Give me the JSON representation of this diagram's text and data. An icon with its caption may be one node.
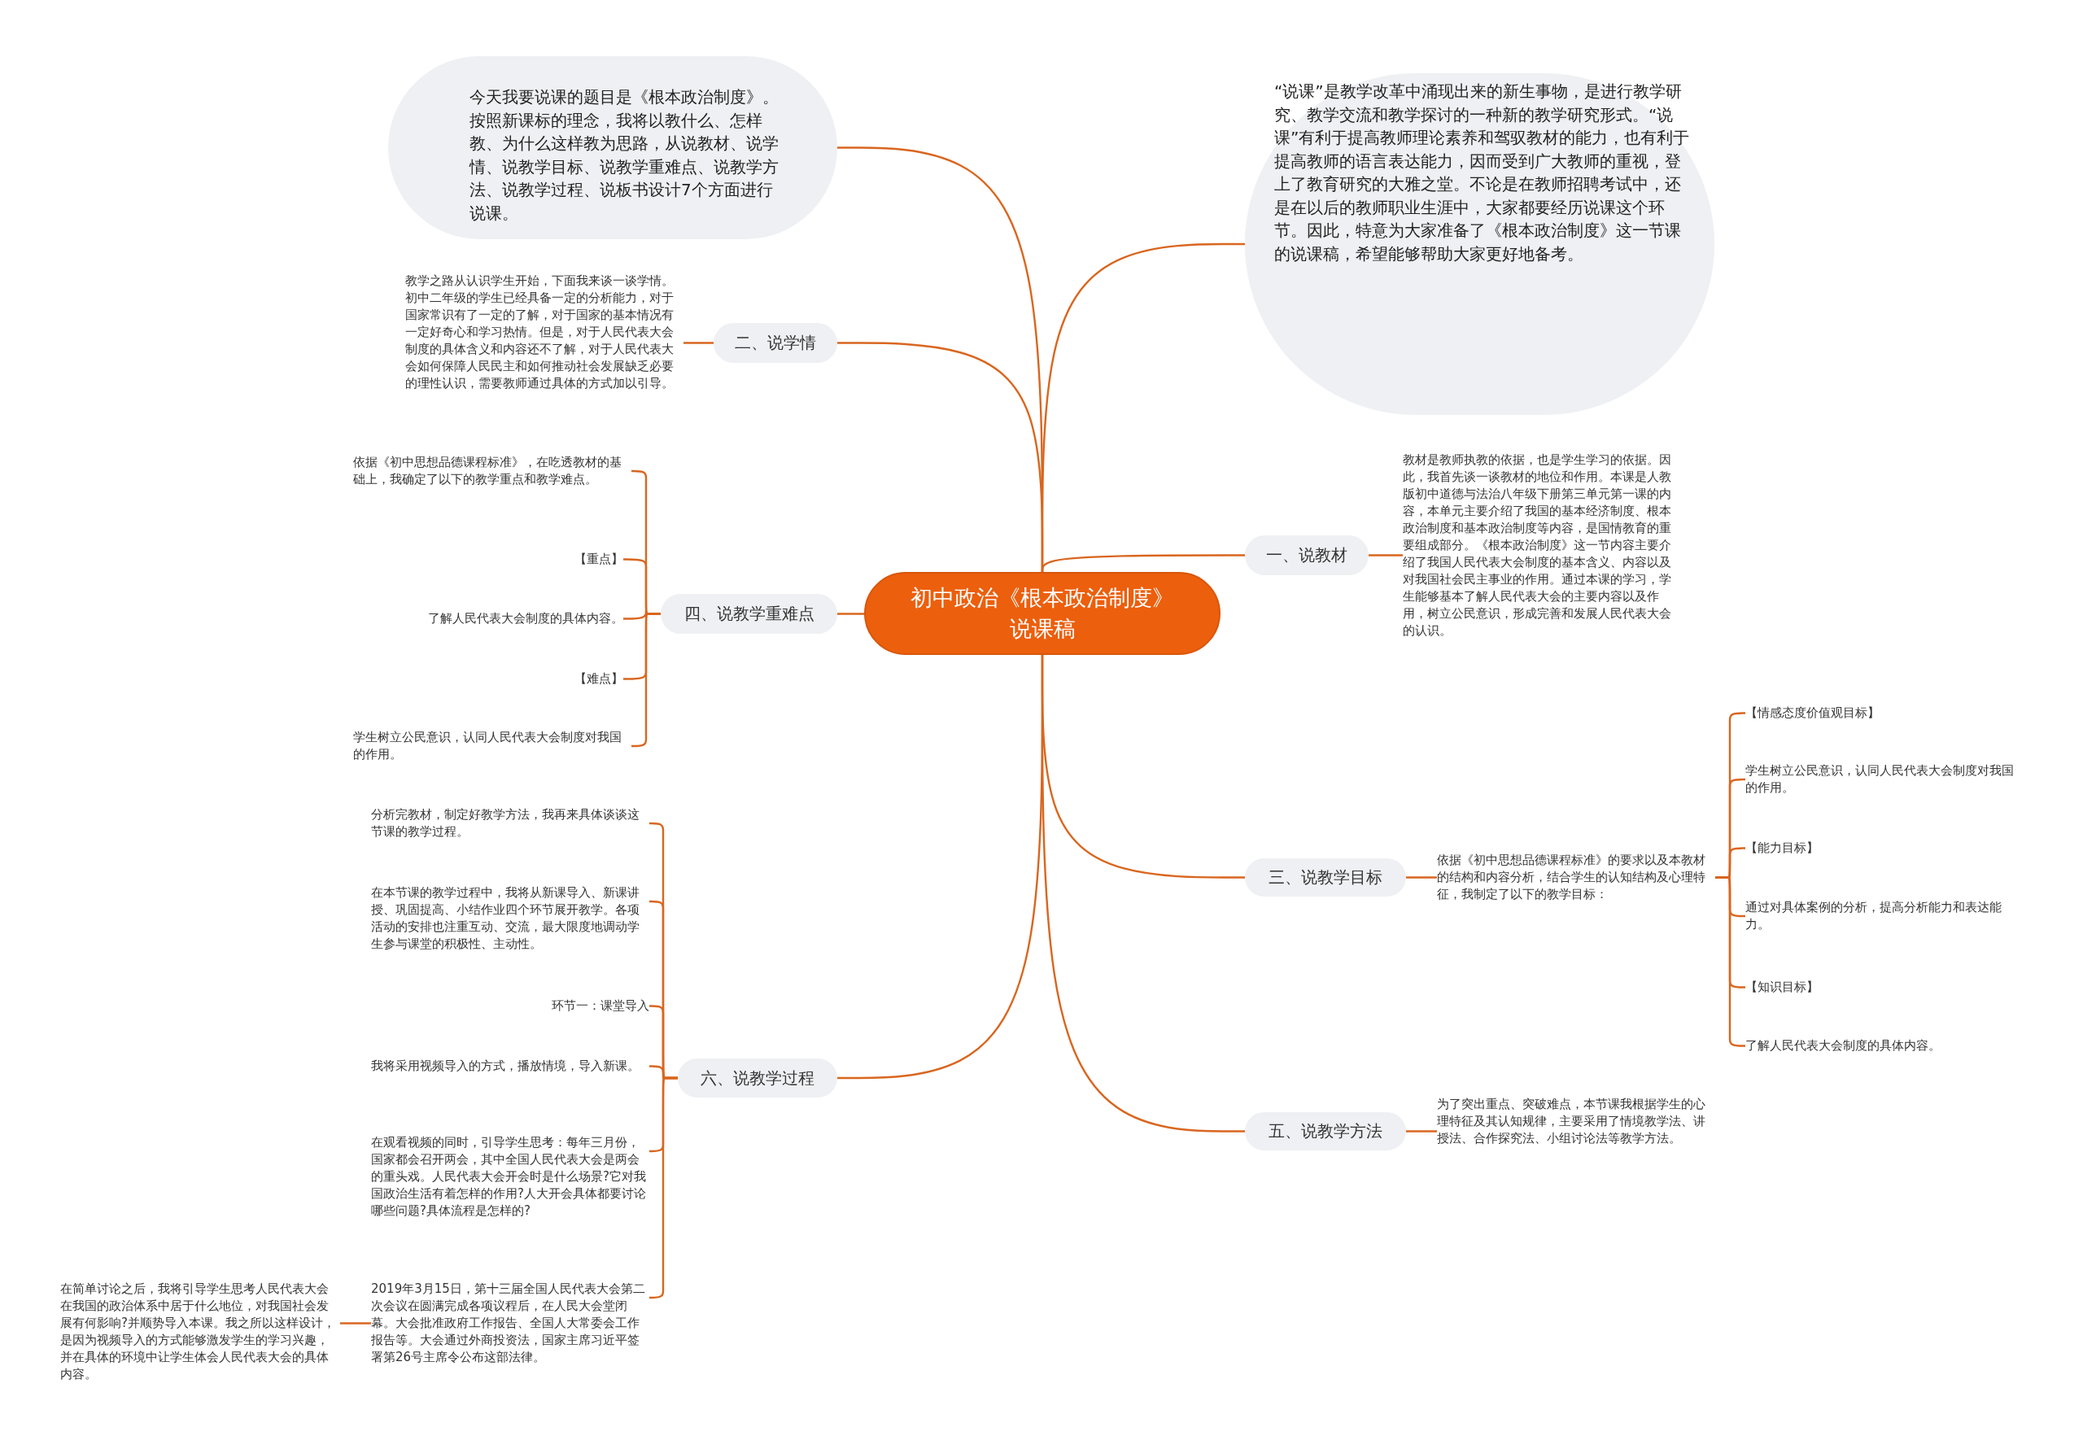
{
  "diagram": {
    "nodes": [
      {
        "text": [
          "初中政治《根本政治制度》说课稿"
        ]
      },
      {
        "text": [
          "今天我要说课的题目是《根本政治制度》。按照新课标的理念，我将以教什么、怎样教、为什么这样教为思路，从说教材、说学情、说教学目标、说教学重难点、说教学方法、说教学过程、说板书设计7个方面进行说课。"
        ]
      },
      {
        "text": [
          "“说课”是教学改革中涌现出来的新生事物，是进行教学研究、教学交流和教学探讨的一种新的教学研究形式。“说课”有利于提高教师理论素养和驾驭教材的能力，也有利于提高教师的语言表达能力，因而受到广大教师的重视，登上了教育研究的大雅之堂。不论是在教师招聘考试中，还是在以后的教师职业生涯中，大家都要经历说课这个环节。因此，特意为大家准备了《根本政治制度》这一节课的说课稿，希望能够帮助大家更好地备考。"
        ]
      },
      {
        "text": [
          "二、说学情"
        ]
      },
      {
        "text": [
          "教学之路从认识学生开始，下面我来谈一谈学情。初中二年级的学生已经具备一定的分析能力，对于国家常识有了一定的了解，对于国家的基本情况有一定好奇心和学习热情。但是，对于人民代表大会制度的具体含义和内容还不了解，对于人民代表大会如何保障人民民主和如何推动社会发展缺乏必要的理性认识，需要教师通过具体的方式加以引导。"
        ]
      },
      {
        "text": [
          "四、说教学重难点"
        ]
      },
      {
        "text": [
          "依据《初中思想品德课程标准》，在吃透教材的基础上，我确定了以下的教学重点和教学难点。"
        ]
      },
      {
        "text": [
          "【重点】"
        ]
      },
      {
        "text": [
          "了解人民代表大会制度的具体内容。"
        ]
      },
      {
        "text": [
          "【难点】"
        ]
      },
      {
        "text": [
          "学生树立公民意识，认同人民代表大会制度对我国的作用。"
        ]
      },
      {
        "text": [
          "六、说教学过程"
        ]
      },
      {
        "text": [
          "分析完教材，制定好教学方法，我再来具体谈谈这节课的教学过程。"
        ]
      },
      {
        "text": [
          "在本节课的教学过程中，我将从新课导入、新课讲授、巩固提高、小结作业四个环节展开教学。各项活动的安排也注重互动、交流，最大限度地调动学生参与课堂的积极性、主动性。"
        ]
      },
      {
        "text": [
          "环节一：课堂导入"
        ]
      },
      {
        "text": [
          "我将采用视频导入的方式，播放情境，导入新课。"
        ]
      },
      {
        "text": [
          "在观看视频的同时，引导学生思考：每年三月份，国家都会召开两会，其中全国人民代表大会是两会的重头戏。人民代表大会开会时是什么场景?它对我国政治生活有着怎样的作用?人大开会具体都要讨论哪些问题?具体流程是怎样的?"
        ]
      },
      {
        "text": [
          "2019年3月15日，第十三届全国人民代表大会第二次会议在圆满完成各项议程后，在人民大会堂闭幕。大会批准政府工作报告、全国人大常委会工作报告等。大会通过外商投资法，国家主席习近平签署第26号主席令公布这部法律。"
        ]
      },
      {
        "text": [
          "在简单讨论之后，我将引导学生思考人民代表大会在我国的政治体系中居于什么地位，对我国社会发展有何影响?并顺势导入本课。我之所以这样设计，是因为视频导入的方式能够激发学生的学习兴趣，并在具体的环境中让学生体会人民代表大会的具体内容。"
        ]
      },
      {
        "text": [
          "一、说教材"
        ]
      },
      {
        "text": [
          "教材是教师执教的依据，也是学生学习的依据。因此，我首先谈一谈教材的地位和作用。本课是人教版初中道德与法治八年级下册第三单元第一课的内容，本单元主要介绍了我国的基本经济制度、根本政治制度和基本政治制度等内容，是国情教育的重要组成部分。《根本政治制度》这一节内容主要介绍了我国人民代表大会制度的基本含义、内容以及对我国社会民主事业的作用。通过本课的学习，学生能够基本了解人民代表大会的主要内容以及作用，树立公民意识，形成完善和发展人民代表大会的认识。"
        ]
      },
      {
        "text": [
          "三、说教学目标"
        ]
      },
      {
        "text": [
          "依据《初中思想品德课程标准》的要求以及本教材的结构和内容分析，结合学生的认知结构及心理特征，我制定了以下的教学目标："
        ]
      },
      {
        "text": [
          "【情感态度价值观目标】"
        ]
      },
      {
        "text": [
          "学生树立公民意识，认同人民代表大会制度对我国的作用。"
        ]
      },
      {
        "text": [
          "【能力目标】"
        ]
      },
      {
        "text": [
          "通过对具体案例的分析，提高分析能力和表达能力。"
        ]
      },
      {
        "text": [
          "【知识目标】"
        ]
      },
      {
        "text": [
          "了解人民代表大会制度的具体内容。"
        ]
      },
      {
        "text": [
          "五、说教学方法"
        ]
      },
      {
        "text": [
          "为了突出重点、突破难点，本节课我根据学生的心理特征及其认知规律，主要采用了情境教学法、讲授法、合作探究法、小组讨论法等教学方法。"
        ]
      }
    ],
    "edges": [
      {
        "from": 0,
        "to": 1,
        "arrow": "none"
      },
      {
        "from": 0,
        "to": 2,
        "arrow": "none"
      },
      {
        "from": 0,
        "to": 3,
        "arrow": "none"
      },
      {
        "from": 3,
        "to": 4,
        "arrow": "none"
      },
      {
        "from": 0,
        "to": 5,
        "arrow": "none"
      },
      {
        "from": 5,
        "to": 6,
        "arrow": "none"
      },
      {
        "from": 5,
        "to": 7,
        "arrow": "none"
      },
      {
        "from": 5,
        "to": 8,
        "arrow": "none"
      },
      {
        "from": 5,
        "to": 9,
        "arrow": "none"
      },
      {
        "from": 5,
        "to": 10,
        "arrow": "none"
      },
      {
        "from": 0,
        "to": 11,
        "arrow": "none"
      },
      {
        "from": 11,
        "to": 12,
        "arrow": "none"
      },
      {
        "from": 11,
        "to": 13,
        "arrow": "none"
      },
      {
        "from": 11,
        "to": 14,
        "arrow": "none"
      },
      {
        "from": 11,
        "to": 15,
        "arrow": "none"
      },
      {
        "from": 11,
        "to": 16,
        "arrow": "none"
      },
      {
        "from": 11,
        "to": 17,
        "arrow": "none"
      },
      {
        "from": 17,
        "to": 18,
        "arrow": "none"
      },
      {
        "from": 0,
        "to": 19,
        "arrow": "none"
      },
      {
        "from": 19,
        "to": 20,
        "arrow": "none"
      },
      {
        "from": 0,
        "to": 21,
        "arrow": "none"
      },
      {
        "from": 21,
        "to": 22,
        "arrow": "none"
      },
      {
        "from": 22,
        "to": 23,
        "arrow": "none"
      },
      {
        "from": 22,
        "to": 24,
        "arrow": "none"
      },
      {
        "from": 22,
        "to": 25,
        "arrow": "none"
      },
      {
        "from": 22,
        "to": 26,
        "arrow": "none"
      },
      {
        "from": 22,
        "to": 27,
        "arrow": "none"
      },
      {
        "from": 22,
        "to": 28,
        "arrow": "none"
      },
      {
        "from": 0,
        "to": 29,
        "arrow": "none"
      },
      {
        "from": 29,
        "to": 30,
        "arrow": "none"
      }
    ]
  }
}
